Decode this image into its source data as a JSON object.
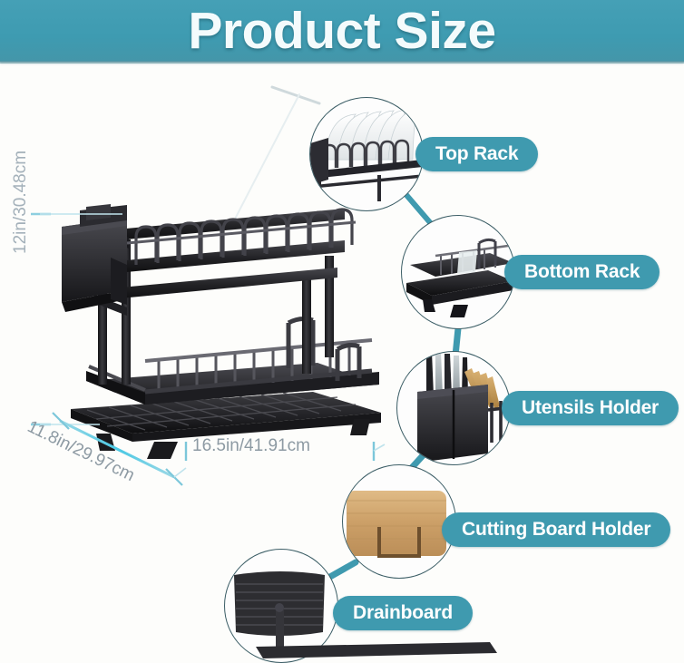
{
  "header": {
    "title": "Product Size",
    "band_color": "#3e9bb1",
    "title_color": "#f4fbfc"
  },
  "theme": {
    "accent": "#3f9aaf",
    "pill_text": "#ffffff",
    "dimension_text": "#8d9aa3",
    "dimension_line": "#7fd4e8",
    "product_body": "#2b2b2e",
    "wood": "#c9a06a"
  },
  "product": {
    "name_alt": "2-tier black dish drying rack",
    "dimensions": {
      "height": "12in/30.48cm",
      "depth": "11.8in/29.97cm",
      "width": "16.5in/41.91cm"
    }
  },
  "callouts": [
    {
      "id": "top-rack",
      "label": "Top Rack",
      "thumb": "plates-in-top-rack"
    },
    {
      "id": "bottom-rack",
      "label": "Bottom Rack",
      "thumb": "bottom-rack-tray"
    },
    {
      "id": "utensils-holder",
      "label": "Utensils Holder",
      "thumb": "knives-and-utensils"
    },
    {
      "id": "cutting-board-holder",
      "label": "Cutting Board Holder",
      "thumb": "bamboo-cutting-board"
    },
    {
      "id": "drainboard",
      "label": "Drainboard",
      "thumb": "black-drainboard-tray"
    }
  ]
}
